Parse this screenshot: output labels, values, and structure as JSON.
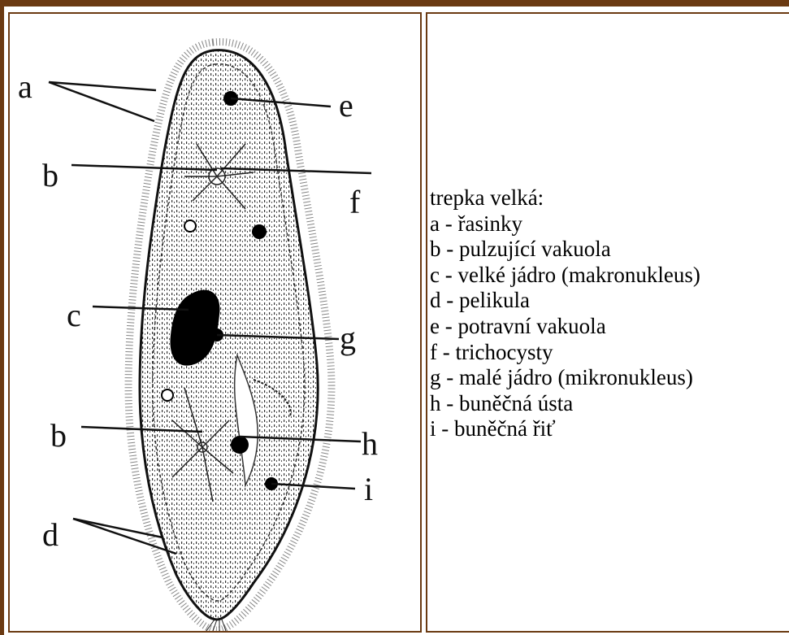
{
  "diagram": {
    "labels": {
      "a": "a",
      "b_top": "b",
      "c": "c",
      "b_bottom": "b",
      "d": "d",
      "e": "e",
      "f": "f",
      "g": "g",
      "h": "h",
      "i": "i"
    }
  },
  "legend": {
    "title": "trepka velká:",
    "items": [
      "a - řasinky",
      "b - pulzující vakuola",
      "c - velké jádro (makronukleus)",
      "d - pelikula",
      "e - potravní vakuola",
      "f - trichocysty",
      "g - malé jádro (mikronukleus)",
      "h - buněčná ústa",
      "i - buněčná řiť"
    ]
  },
  "colors": {
    "frame": "#6b3a12",
    "ink": "#111111"
  }
}
